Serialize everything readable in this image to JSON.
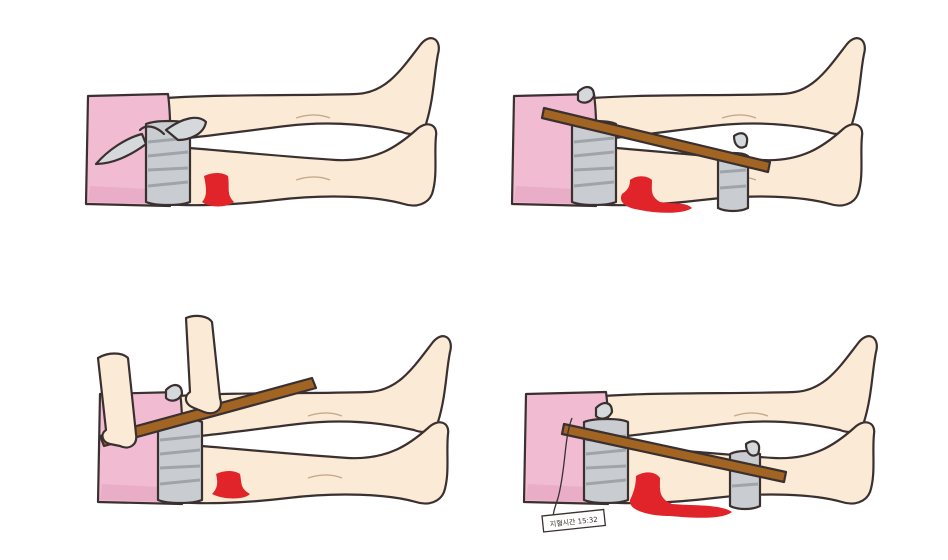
{
  "colors": {
    "skin": "#fbebd6",
    "shorts": "#f1bcd2",
    "shorts_shade": "#e7a7c2",
    "bandage": "#c9cdd1",
    "bandage_shade": "#9ea4aa",
    "blood": "#e0242a",
    "stick": "#a16422",
    "outline": "#3a3030",
    "background": "#ffffff"
  },
  "panels": [
    {
      "step": 1,
      "tourniquet": "bandage-knot",
      "stick": false,
      "hands": false,
      "tag": false
    },
    {
      "step": 2,
      "tourniquet": "stick-tied",
      "stick": true,
      "hands": false,
      "tag": false
    },
    {
      "step": 3,
      "tourniquet": "stick-twisting",
      "stick": true,
      "hands": true,
      "tag": false
    },
    {
      "step": 4,
      "tourniquet": "stick-secured",
      "stick": true,
      "hands": false,
      "tag": true
    }
  ],
  "time_tag": {
    "text": "지혈시간 15:32"
  }
}
